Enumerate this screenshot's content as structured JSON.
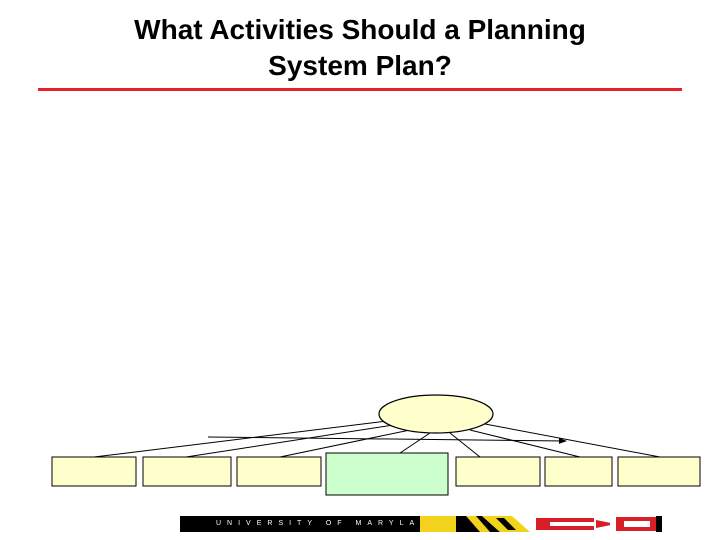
{
  "slide": {
    "title_line1": "What Activities Should a Planning",
    "title_line2": "System Plan?"
  },
  "footer": {
    "university_text": "UNIVERSITY OF MARYLAND"
  },
  "colors": {
    "accent_rule": "#e8202a",
    "box_fill": "#ffffcc",
    "highlight_box_fill": "#ccffcc",
    "ellipse_fill": "#ffffcc"
  }
}
